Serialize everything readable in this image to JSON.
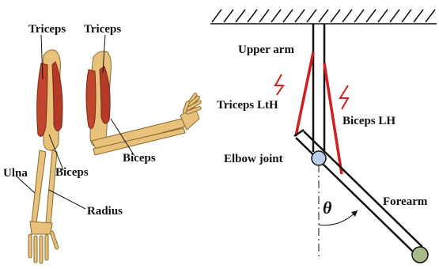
{
  "anatomy_panel": {
    "labels": {
      "triceps_left": "Triceps",
      "triceps_right": "Triceps",
      "biceps_left": "Biceps",
      "biceps_right": "Biceps",
      "ulna": "Ulna",
      "radius": "Radius"
    }
  },
  "mechanical_model": {
    "labels": {
      "upper_arm": "Upper arm",
      "triceps_lth": "Triceps LtH",
      "biceps_lh": "Biceps LH",
      "elbow_joint": "Elbow joint",
      "forearm": "Forearm",
      "angle": "θ"
    },
    "colors": {
      "muscle_line": "#d21e1e",
      "joint_fill": "#b9cfe6",
      "hand_fill": "#a8b98a",
      "stroke": "#111111"
    },
    "icons": [
      "ceiling-hatch-icon",
      "lightning-icon",
      "lightning-icon"
    ]
  }
}
